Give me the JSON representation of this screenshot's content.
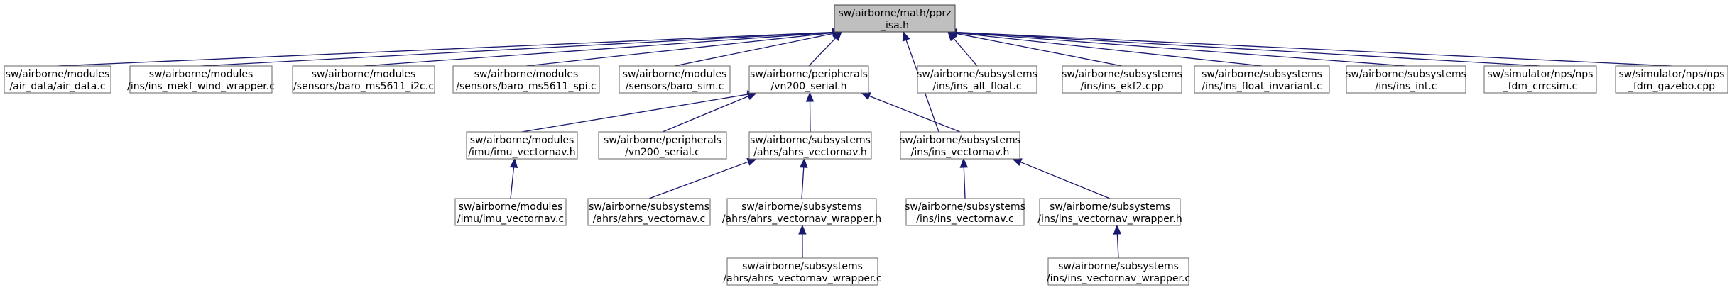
{
  "nodes": [
    {
      "id": "root",
      "lines": [
        "sw/airborne/math/pprz",
        "_isa.h"
      ],
      "root": true
    },
    {
      "id": "air_data_c",
      "lines": [
        "sw/airborne/modules",
        "/air_data/air_data.c"
      ]
    },
    {
      "id": "ins_mekf_wind",
      "lines": [
        "sw/airborne/modules",
        "/ins/ins_mekf_wind_wrapper.c"
      ]
    },
    {
      "id": "baro_ms5611_i2c",
      "lines": [
        "sw/airborne/modules",
        "/sensors/baro_ms5611_i2c.c"
      ]
    },
    {
      "id": "baro_ms5611_spi",
      "lines": [
        "sw/airborne/modules",
        "/sensors/baro_ms5611_spi.c"
      ]
    },
    {
      "id": "baro_sim",
      "lines": [
        "sw/airborne/modules",
        "/sensors/baro_sim.c"
      ]
    },
    {
      "id": "vn200_serial_h",
      "lines": [
        "sw/airborne/peripherals",
        "/vn200_serial.h"
      ]
    },
    {
      "id": "ins_alt_float",
      "lines": [
        "sw/airborne/subsystems",
        "/ins/ins_alt_float.c"
      ]
    },
    {
      "id": "ins_ekf2",
      "lines": [
        "sw/airborne/subsystems",
        "/ins/ins_ekf2.cpp"
      ]
    },
    {
      "id": "ins_float_invariant",
      "lines": [
        "sw/airborne/subsystems",
        "/ins/ins_float_invariant.c"
      ]
    },
    {
      "id": "ins_int",
      "lines": [
        "sw/airborne/subsystems",
        "/ins/ins_int.c"
      ]
    },
    {
      "id": "nps_fdm_crrcsim",
      "lines": [
        "sw/simulator/nps/nps",
        "_fdm_crrcsim.c"
      ]
    },
    {
      "id": "nps_fdm_gazebo",
      "lines": [
        "sw/simulator/nps/nps",
        "_fdm_gazebo.cpp"
      ]
    },
    {
      "id": "imu_vectornav_h",
      "lines": [
        "sw/airborne/modules",
        "/imu/imu_vectornav.h"
      ]
    },
    {
      "id": "vn200_serial_c",
      "lines": [
        "sw/airborne/peripherals",
        "/vn200_serial.c"
      ]
    },
    {
      "id": "ahrs_vectornav_h",
      "lines": [
        "sw/airborne/subsystems",
        "/ahrs/ahrs_vectornav.h"
      ]
    },
    {
      "id": "ins_vectornav_h",
      "lines": [
        "sw/airborne/subsystems",
        "/ins/ins_vectornav.h"
      ]
    },
    {
      "id": "imu_vectornav_c",
      "lines": [
        "sw/airborne/modules",
        "/imu/imu_vectornav.c"
      ]
    },
    {
      "id": "ahrs_vectornav_c",
      "lines": [
        "sw/airborne/subsystems",
        "/ahrs/ahrs_vectornav.c"
      ]
    },
    {
      "id": "ahrs_vectornav_wrapper_h",
      "lines": [
        "sw/airborne/subsystems",
        "/ahrs/ahrs_vectornav_wrapper.h"
      ]
    },
    {
      "id": "ins_vectornav_c",
      "lines": [
        "sw/airborne/subsystems",
        "/ins/ins_vectornav.c"
      ]
    },
    {
      "id": "ins_vectornav_wrapper_h",
      "lines": [
        "sw/airborne/subsystems",
        "/ins/ins_vectornav_wrapper.h"
      ]
    },
    {
      "id": "ahrs_vectornav_wrapper_c",
      "lines": [
        "sw/airborne/subsystems",
        "/ahrs/ahrs_vectornav_wrapper.c"
      ]
    },
    {
      "id": "ins_vectornav_wrapper_c",
      "lines": [
        "sw/airborne/subsystems",
        "/ins/ins_vectornav_wrapper.c"
      ]
    }
  ],
  "edges": [
    {
      "from": "air_data_c",
      "to": "root"
    },
    {
      "from": "ins_mekf_wind",
      "to": "root"
    },
    {
      "from": "baro_ms5611_i2c",
      "to": "root"
    },
    {
      "from": "baro_ms5611_spi",
      "to": "root"
    },
    {
      "from": "baro_sim",
      "to": "root"
    },
    {
      "from": "vn200_serial_h",
      "to": "root"
    },
    {
      "from": "ins_vectornav_h",
      "to": "root"
    },
    {
      "from": "ins_alt_float",
      "to": "root"
    },
    {
      "from": "ins_ekf2",
      "to": "root"
    },
    {
      "from": "ins_float_invariant",
      "to": "root"
    },
    {
      "from": "ins_int",
      "to": "root"
    },
    {
      "from": "nps_fdm_crrcsim",
      "to": "root"
    },
    {
      "from": "nps_fdm_gazebo",
      "to": "root"
    },
    {
      "from": "imu_vectornav_h",
      "to": "vn200_serial_h"
    },
    {
      "from": "vn200_serial_c",
      "to": "vn200_serial_h"
    },
    {
      "from": "ahrs_vectornav_h",
      "to": "vn200_serial_h"
    },
    {
      "from": "ins_vectornav_h",
      "to": "vn200_serial_h"
    },
    {
      "from": "imu_vectornav_c",
      "to": "imu_vectornav_h"
    },
    {
      "from": "ahrs_vectornav_c",
      "to": "ahrs_vectornav_h"
    },
    {
      "from": "ahrs_vectornav_wrapper_h",
      "to": "ahrs_vectornav_h"
    },
    {
      "from": "ahrs_vectornav_wrapper_c",
      "to": "ahrs_vectornav_wrapper_h"
    },
    {
      "from": "ins_vectornav_c",
      "to": "ins_vectornav_h"
    },
    {
      "from": "ins_vectornav_wrapper_h",
      "to": "ins_vectornav_h"
    },
    {
      "from": "ins_vectornav_wrapper_c",
      "to": "ins_vectornav_wrapper_h"
    }
  ]
}
